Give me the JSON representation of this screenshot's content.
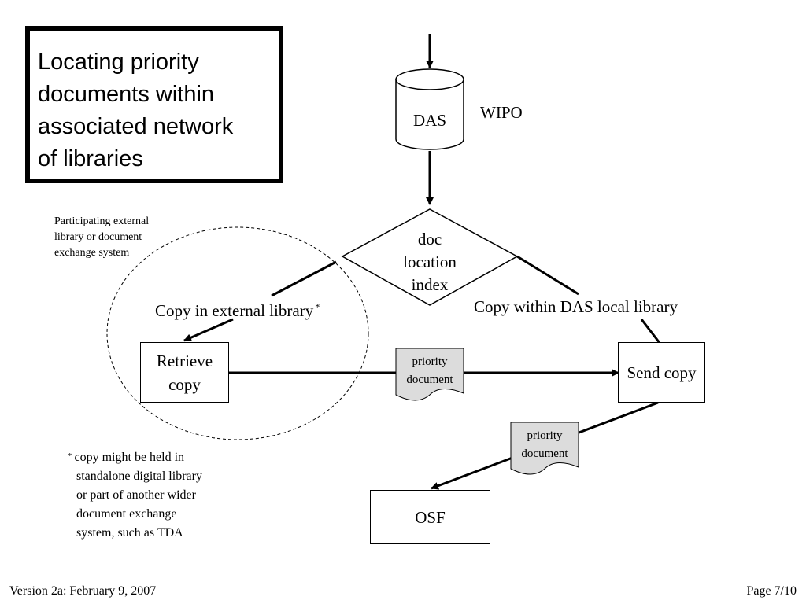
{
  "title": {
    "lines": [
      "Locating priority",
      "documents within",
      "associated network",
      "of libraries"
    ]
  },
  "das": {
    "label": "DAS"
  },
  "wipo": {
    "label": "WIPO"
  },
  "index": {
    "lines": [
      "doc",
      "location",
      "index"
    ]
  },
  "external_note": {
    "lines": [
      "Participating external",
      "library or document",
      "exchange system"
    ]
  },
  "branches": {
    "left": "Copy in external library",
    "left_marker": "*",
    "right": "Copy within DAS local library"
  },
  "boxes": {
    "retrieve": [
      "Retrieve",
      "copy"
    ],
    "send": "Send copy",
    "osf": "OSF"
  },
  "documents": [
    {
      "lines": [
        "priority",
        "document"
      ]
    },
    {
      "lines": [
        "priority",
        "document"
      ]
    }
  ],
  "footnote": {
    "marker": "*",
    "lines": [
      "copy might be held in",
      "standalone digital library",
      "or part of another wider",
      "document exchange",
      "system, such as TDA"
    ]
  },
  "footer": {
    "version": "Version 2a:  February 9, 2007",
    "page": "Page 7/10"
  },
  "colors": {
    "line": "#000000",
    "document_fill": "#dcdcdc",
    "background": "#ffffff"
  }
}
